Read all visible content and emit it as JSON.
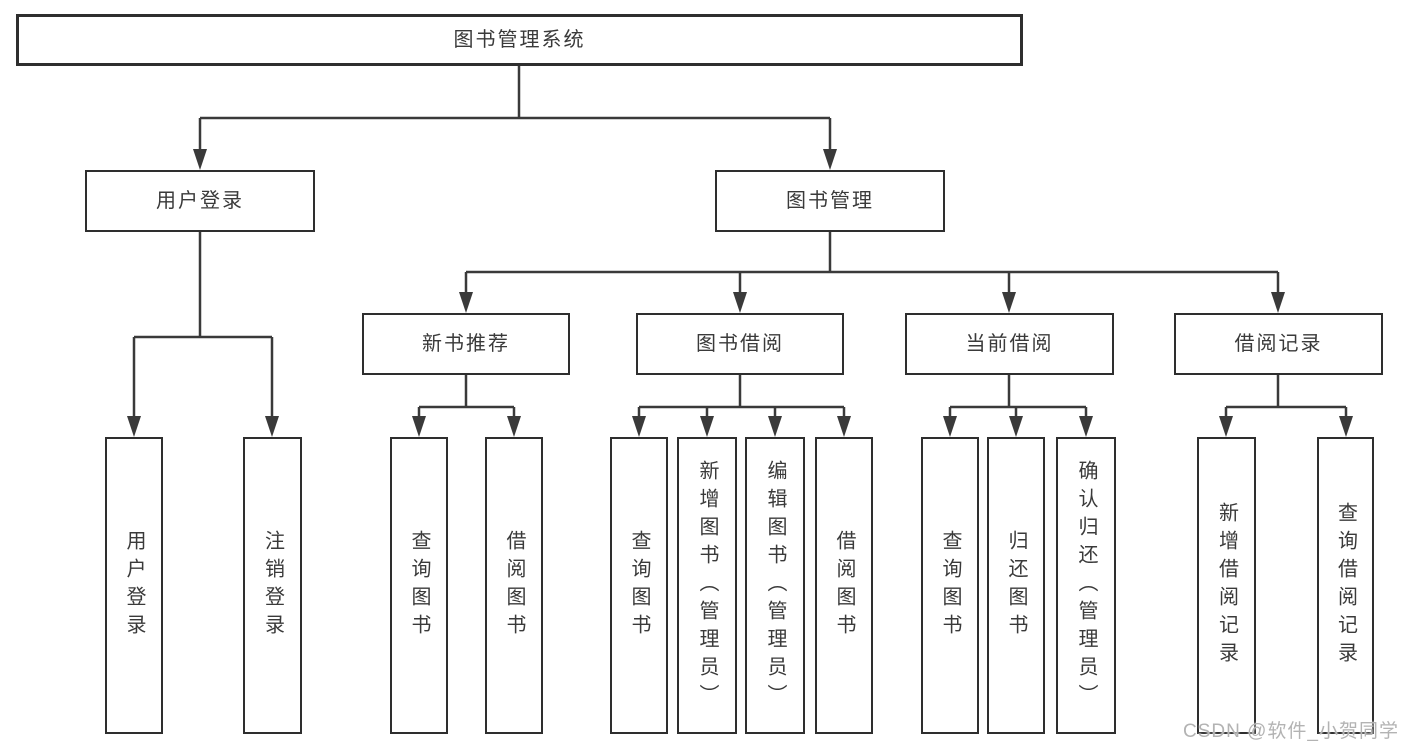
{
  "tree": {
    "root": {
      "label": "图书管理系统",
      "children": [
        {
          "label": "用户登录",
          "children": [
            {
              "label": "用户登录"
            },
            {
              "label": "注销登录"
            }
          ]
        },
        {
          "label": "图书管理",
          "children": [
            {
              "label": "新书推荐",
              "children": [
                {
                  "label": "查询图书"
                },
                {
                  "label": "借阅图书"
                }
              ]
            },
            {
              "label": "图书借阅",
              "children": [
                {
                  "label": "查询图书"
                },
                {
                  "label": "新增图书（管理员）"
                },
                {
                  "label": "编辑图书（管理员）"
                },
                {
                  "label": "借阅图书"
                }
              ]
            },
            {
              "label": "当前借阅",
              "children": [
                {
                  "label": "查询图书"
                },
                {
                  "label": "归还图书"
                },
                {
                  "label": "确认归还（管理员）"
                }
              ]
            },
            {
              "label": "借阅记录",
              "children": [
                {
                  "label": "新增借阅记录"
                },
                {
                  "label": "查询借阅记录"
                }
              ]
            }
          ]
        }
      ]
    }
  },
  "watermark": {
    "text": "CSDN @软件_小贺同学"
  },
  "colors": {
    "line": "#3a3a3a",
    "box_border": "#2e2e2e",
    "text": "#3a3a3a",
    "watermark": "#b3b3b3",
    "background": "#ffffff"
  }
}
